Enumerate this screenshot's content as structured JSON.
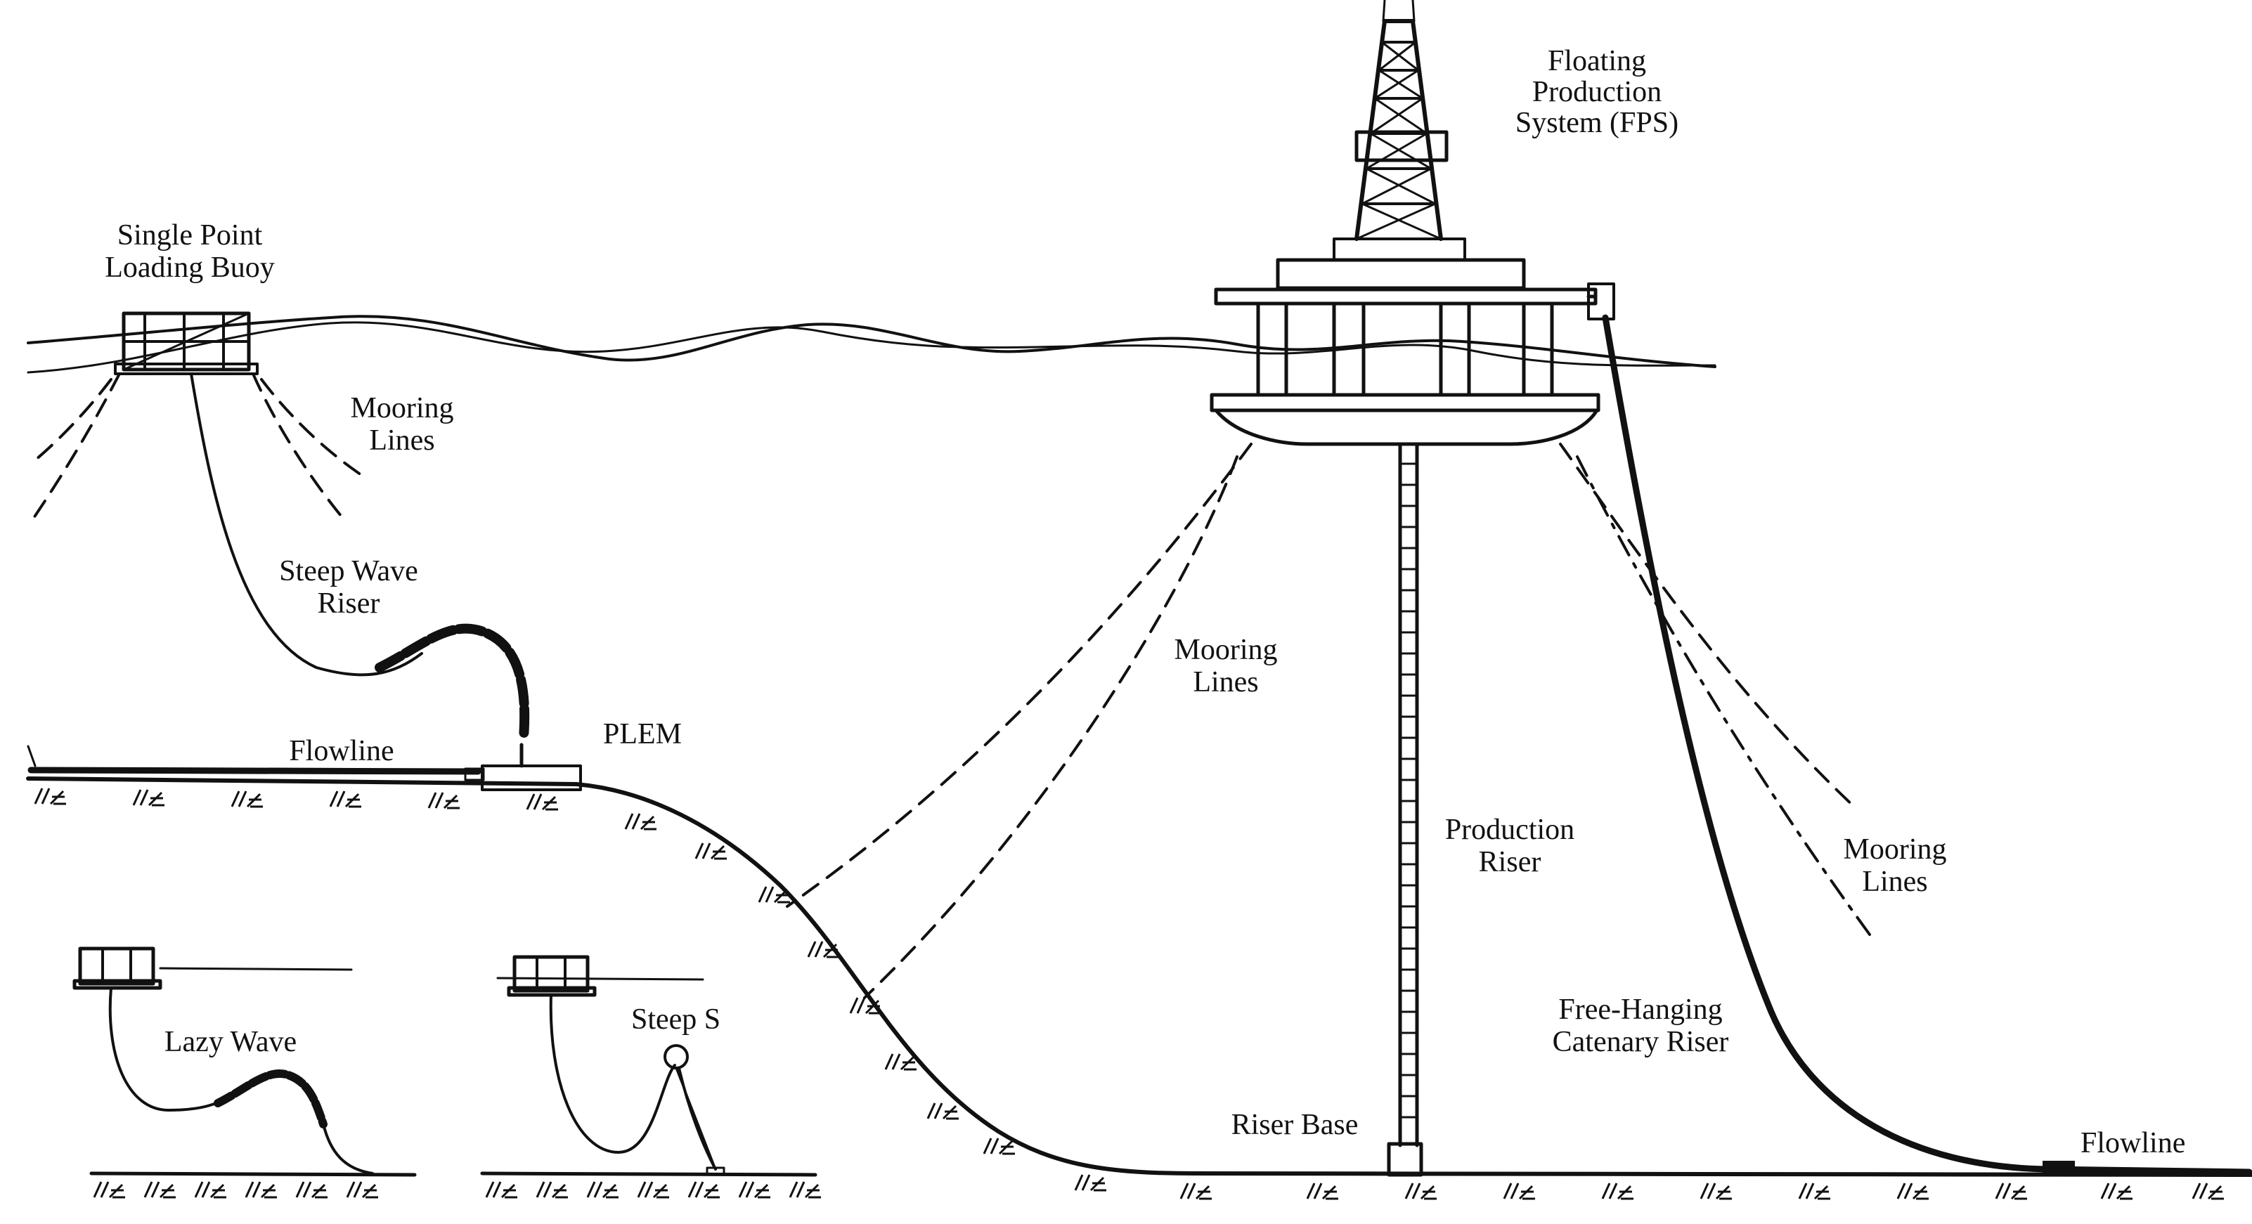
{
  "labels": {
    "fps": [
      "Floating",
      "Production",
      "System (FPS)"
    ],
    "spl_buoy": [
      "Single Point",
      "Loading Buoy"
    ],
    "mooring_lines_buoy": [
      "Mooring",
      "Lines"
    ],
    "steep_wave_riser": [
      "Steep Wave",
      "Riser"
    ],
    "mooring_lines_center": [
      "Mooring",
      "Lines"
    ],
    "flowline_left": "Flowline",
    "plem": "PLEM",
    "production_riser": [
      "Production",
      "Riser"
    ],
    "mooring_lines_right": [
      "Mooring",
      "Lines"
    ],
    "free_hanging_catenary_riser": [
      "Free-Hanging",
      "Catenary Riser"
    ],
    "lazy_wave": "Lazy Wave",
    "steep_s": "Steep S",
    "riser_base": "Riser Base",
    "flowline_right": "Flowline"
  },
  "colors": {
    "ink": "#111111",
    "background": "#ffffff"
  }
}
